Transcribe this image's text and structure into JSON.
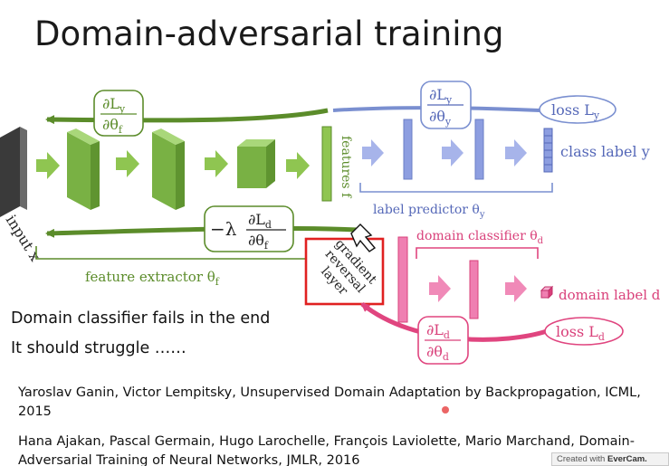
{
  "slide": {
    "title": "Domain-adversarial training",
    "notes": [
      "Domain classifier fails in the end",
      "It should struggle ……"
    ],
    "references": [
      "Yaroslav Ganin, Victor Lempitsky, Unsupervised Domain Adaptation by Backpropagation, ICML, 2015",
      "Hana Ajakan, Pascal Germain, Hugo Larochelle, François Laviolette, Mario Marchand, Domain-Adversarial Training of Neural Networks, JMLR, 2016"
    ]
  },
  "diagram": {
    "input_label": "input x",
    "features_label": "features f",
    "feature_extractor_label": "feature extractor θ",
    "feature_extractor_sub": "f",
    "label_predictor_label": "label predictor θ",
    "label_predictor_sub": "y",
    "domain_classifier_label": "domain classifier θ",
    "domain_classifier_sub": "d",
    "class_label": "class label y",
    "domain_label": "domain label d",
    "loss_y": {
      "text": "loss L",
      "sub": "y"
    },
    "loss_d": {
      "text": "loss L",
      "sub": "d"
    },
    "grad_ly_thetaf": {
      "num": "∂L",
      "num_sub": "y",
      "den": "∂θ",
      "den_sub": "f"
    },
    "grad_ly_thetay": {
      "num": "∂L",
      "num_sub": "y",
      "den": "∂θ",
      "den_sub": "y"
    },
    "grad_ld_thetad": {
      "num": "∂L",
      "num_sub": "d",
      "den": "∂θ",
      "den_sub": "d"
    },
    "grad_reversed": {
      "prefix": "−λ",
      "num": "∂L",
      "num_sub": "d",
      "den": "∂θ",
      "den_sub": "f"
    },
    "grl_lines": [
      "gradient",
      "reversal",
      "layer"
    ],
    "colors": {
      "green": "#5b8c2a",
      "green_fill": "#8fc551",
      "green_dark": "#6e9f3a",
      "blue": "#7a8fd0",
      "blue_fill": "#8d9ee0",
      "pink": "#e0457f",
      "pink_fill": "#ef7fb1",
      "red_box": "#e02020"
    }
  },
  "watermark": {
    "prefix": "Created with",
    "brand": "EverCam."
  }
}
